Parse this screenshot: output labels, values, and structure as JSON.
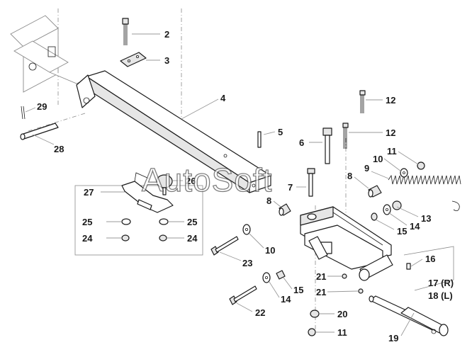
{
  "watermark": "AutoSoft",
  "labels": [
    {
      "id": "2",
      "text": "2"
    },
    {
      "id": "3",
      "text": "3"
    },
    {
      "id": "4",
      "text": "4"
    },
    {
      "id": "5",
      "text": "5"
    },
    {
      "id": "6",
      "text": "6"
    },
    {
      "id": "7",
      "text": "7"
    },
    {
      "id": "8a",
      "text": "8"
    },
    {
      "id": "8b",
      "text": "8"
    },
    {
      "id": "9",
      "text": "9"
    },
    {
      "id": "10a",
      "text": "10"
    },
    {
      "id": "10b",
      "text": "10"
    },
    {
      "id": "11a",
      "text": "11"
    },
    {
      "id": "11b",
      "text": "11"
    },
    {
      "id": "12a",
      "text": "12"
    },
    {
      "id": "12b",
      "text": "12"
    },
    {
      "id": "13",
      "text": "13"
    },
    {
      "id": "14a",
      "text": "14"
    },
    {
      "id": "14b",
      "text": "14"
    },
    {
      "id": "15a",
      "text": "15"
    },
    {
      "id": "15b",
      "text": "15"
    },
    {
      "id": "16",
      "text": "16"
    },
    {
      "id": "17",
      "text": "17 (R)"
    },
    {
      "id": "18",
      "text": "18 (L)"
    },
    {
      "id": "19",
      "text": "19"
    },
    {
      "id": "20",
      "text": "20"
    },
    {
      "id": "21a",
      "text": "21"
    },
    {
      "id": "21b",
      "text": "21"
    },
    {
      "id": "22",
      "text": "22"
    },
    {
      "id": "23",
      "text": "23"
    },
    {
      "id": "24a",
      "text": "24"
    },
    {
      "id": "24b",
      "text": "24"
    },
    {
      "id": "25a",
      "text": "25"
    },
    {
      "id": "25b",
      "text": "25"
    },
    {
      "id": "26",
      "text": "26"
    },
    {
      "id": "27",
      "text": "27"
    },
    {
      "id": "28",
      "text": "28"
    },
    {
      "id": "29",
      "text": "29"
    }
  ]
}
